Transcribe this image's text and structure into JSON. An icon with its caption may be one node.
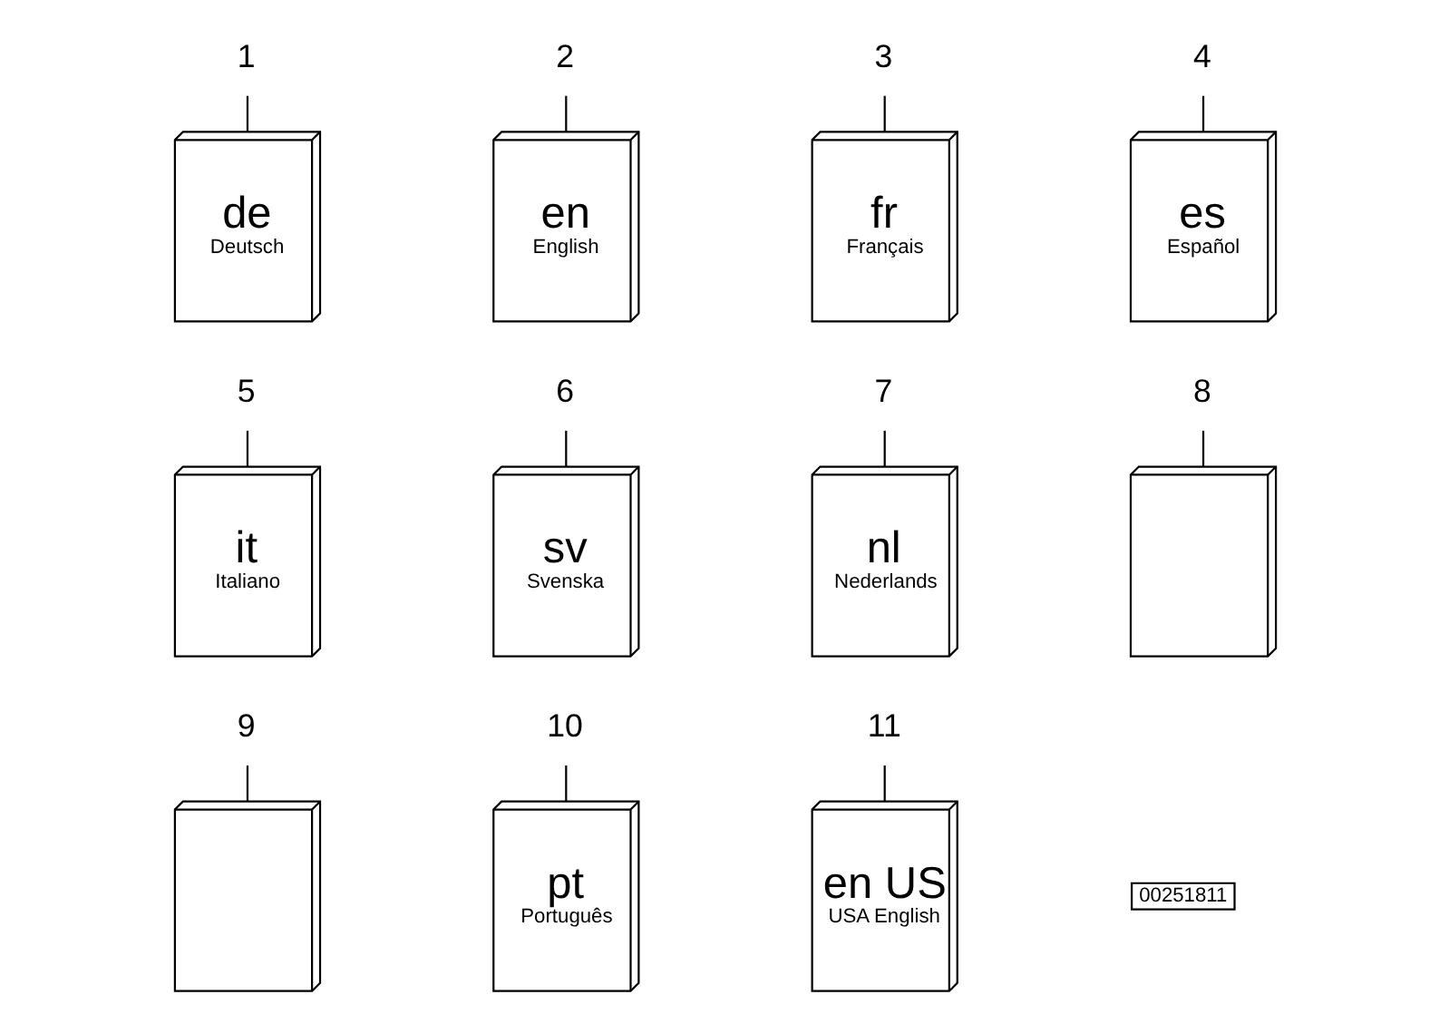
{
  "diagram": {
    "nodes": [
      {
        "text": [
          "1"
        ]
      },
      {
        "text": [
          "de",
          "Deutsch"
        ]
      },
      {
        "text": [
          "2"
        ]
      },
      {
        "text": [
          "en",
          "English"
        ]
      },
      {
        "text": [
          "3"
        ]
      },
      {
        "text": [
          "fr",
          "Français"
        ]
      },
      {
        "text": [
          "4"
        ]
      },
      {
        "text": [
          "es",
          "Español"
        ]
      },
      {
        "text": [
          "5"
        ]
      },
      {
        "text": [
          "it",
          "Italiano"
        ]
      },
      {
        "text": [
          "6"
        ]
      },
      {
        "text": [
          "sv",
          "Svenska"
        ]
      },
      {
        "text": [
          "7"
        ]
      },
      {
        "text": [
          "nl",
          "Nederlands"
        ]
      },
      {
        "text": [
          "8"
        ]
      },
      {
        "text": [],
        "shape": "box"
      },
      {
        "text": [
          "9"
        ]
      },
      {
        "text": [],
        "shape": "box"
      },
      {
        "text": [
          "10"
        ]
      },
      {
        "text": [
          "pt",
          "Português"
        ]
      },
      {
        "text": [
          "11"
        ]
      },
      {
        "text": [
          "en US",
          "USA English"
        ]
      }
    ],
    "edges": [
      {
        "from": 0,
        "to": 1,
        "arrow": "none"
      },
      {
        "from": 2,
        "to": 3,
        "arrow": "none"
      },
      {
        "from": 4,
        "to": 5,
        "arrow": "none"
      },
      {
        "from": 6,
        "to": 7,
        "arrow": "none"
      },
      {
        "from": 8,
        "to": 9,
        "arrow": "none"
      },
      {
        "from": 10,
        "to": 11,
        "arrow": "none"
      },
      {
        "from": 12,
        "to": 13,
        "arrow": "none"
      },
      {
        "from": 14,
        "to": 15,
        "arrow": "none"
      },
      {
        "from": 16,
        "to": 17,
        "arrow": "none"
      },
      {
        "from": 18,
        "to": 19,
        "arrow": "none"
      },
      {
        "from": 20,
        "to": 21,
        "arrow": "none"
      }
    ],
    "labels": [
      "00251811"
    ]
  }
}
